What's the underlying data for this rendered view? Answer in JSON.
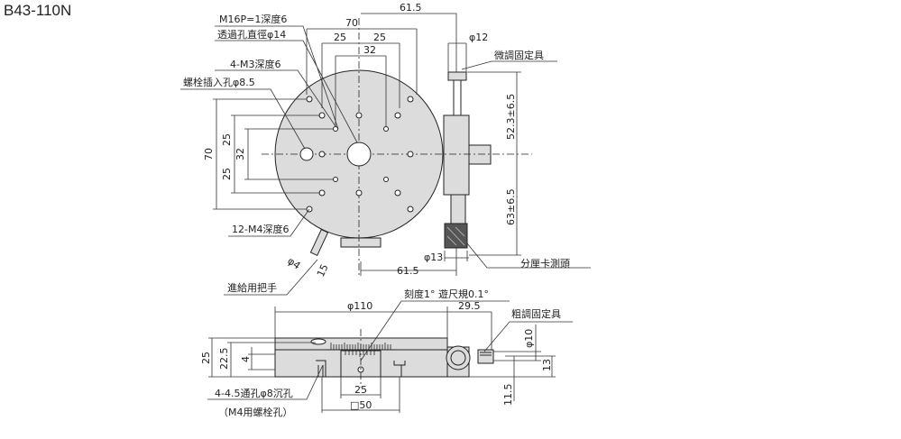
{
  "title": "B43-110N",
  "top_view": {
    "labels": {
      "m16": "M16P=1深度6",
      "through_hole": "透過孔直徑φ14",
      "m3": "4-M3深度6",
      "bolt_hole": "螺栓插入孔φ8.5",
      "m4": "12-M4深度6",
      "feed_handle": "進給用把手",
      "fine_lock": "微調固定具",
      "micrometer": "分厘卡測頭"
    },
    "dims": {
      "d61_5_top": "61.5",
      "d70_top": "70",
      "d25_left": "25",
      "d25_right": "25",
      "d32_top": "32",
      "phi12": "φ12",
      "d70_left": "70",
      "d25_l1": "25",
      "d25_l2": "25",
      "d32_left": "32",
      "d52_3": "52.3±6.5",
      "d63": "63±6.5",
      "phi13": "φ13",
      "d61_5_bottom": "61.5",
      "phi4": "φ4",
      "d15": "15"
    }
  },
  "side_view": {
    "labels": {
      "scale": "刻度1°  遊尺規0.1°",
      "coarse_lock": "粗調固定具",
      "counterbore": "4-4.5通孔φ8沉孔",
      "m4_bolt": "（M4用螺栓孔）"
    },
    "dims": {
      "phi110": "φ110",
      "d29_5": "29.5",
      "phi10": "φ10",
      "d13": "13",
      "d11_5": "11.5",
      "d25_h": "25",
      "d22_5": "22.5",
      "d4": "4",
      "d25_w": "25",
      "sq50": "□50"
    }
  }
}
